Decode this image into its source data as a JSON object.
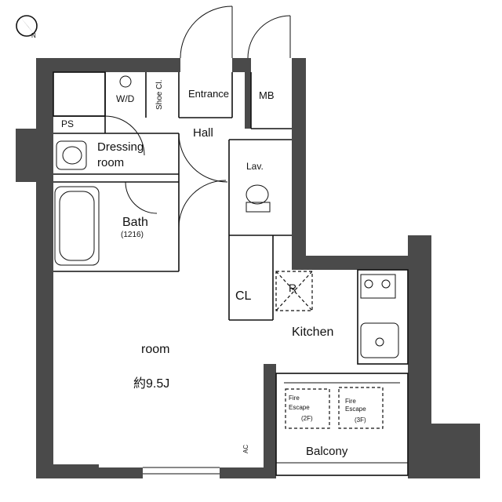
{
  "compass": {
    "icon": "north-arrow-icon",
    "label": "N"
  },
  "rooms": {
    "wd": "W/D",
    "shoe": "Shoe Cl.",
    "entrance": "Entrance",
    "mb": "MB",
    "ps": "PS",
    "hall": "Hall",
    "dressing_1": "Dressing",
    "dressing_2": "room",
    "lav": "Lav.",
    "bath": "Bath",
    "bath_size": "(1216)",
    "cl": "CL",
    "r": "R",
    "kitchen": "Kitchen",
    "room": "room",
    "room_area": "約9.5J",
    "fire_escape_2f": [
      "Fire",
      "Escape",
      "(2F)"
    ],
    "fire_escape_3f": [
      "Fire",
      "Escape",
      "(3F)"
    ],
    "balcony": "Balcony",
    "ac": "AC"
  },
  "colors": {
    "wall": "#4a4a4a",
    "line": "#111111",
    "background": "#ffffff"
  }
}
